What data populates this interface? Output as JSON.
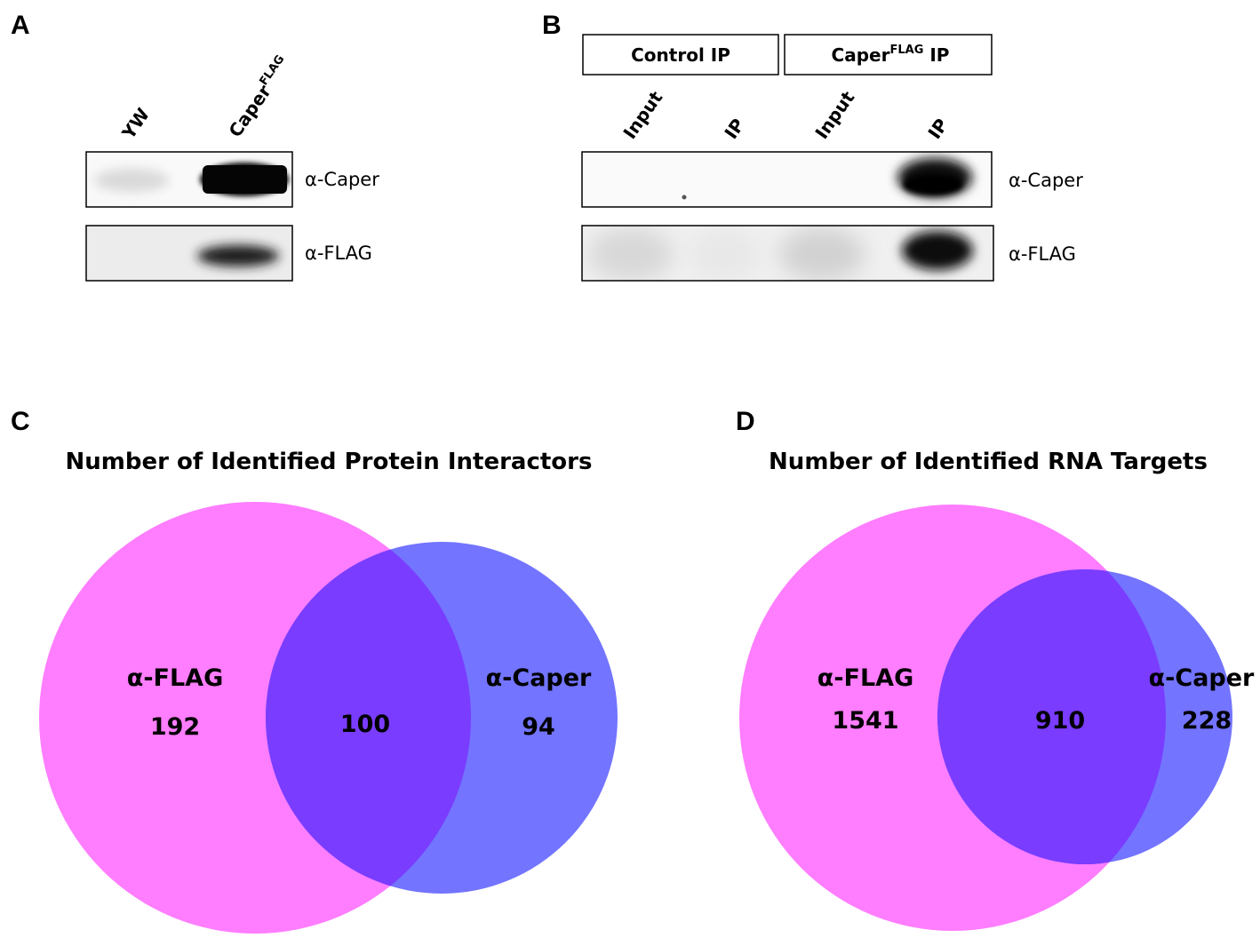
{
  "panels": {
    "a": {
      "letter": "A",
      "lanes": [
        {
          "label": "YW",
          "sup": ""
        },
        {
          "label": "Caper",
          "sup": "FLAG"
        }
      ],
      "blots": [
        {
          "label": "α-Caper"
        },
        {
          "label": "α-FLAG"
        }
      ]
    },
    "b": {
      "letter": "B",
      "groups": [
        {
          "label": "Control IP",
          "sup": "",
          "tail": ""
        },
        {
          "label": "Caper",
          "sup": "FLAG",
          "tail": " IP"
        }
      ],
      "lanes": [
        "Input",
        "IP",
        "Input",
        "IP"
      ],
      "blots": [
        {
          "label": "α-Caper"
        },
        {
          "label": "α-FLAG"
        }
      ]
    },
    "c": {
      "letter": "C",
      "title": "Number of Identified Protein Interactors",
      "left": {
        "label": "α-FLAG",
        "value": "192"
      },
      "overlap": {
        "value": "100"
      },
      "right": {
        "label": "α-Caper",
        "value": "94"
      }
    },
    "d": {
      "letter": "D",
      "title": "Number of Identified RNA Targets",
      "left": {
        "label": "α-FLAG",
        "value": "1541"
      },
      "overlap": {
        "value": "910"
      },
      "right": {
        "label": "α-Caper",
        "value": "228"
      }
    }
  },
  "colors": {
    "flag_circle": "#ff66ff",
    "caper_circle": "#5a5cff",
    "overlap": "#7a3cff"
  }
}
